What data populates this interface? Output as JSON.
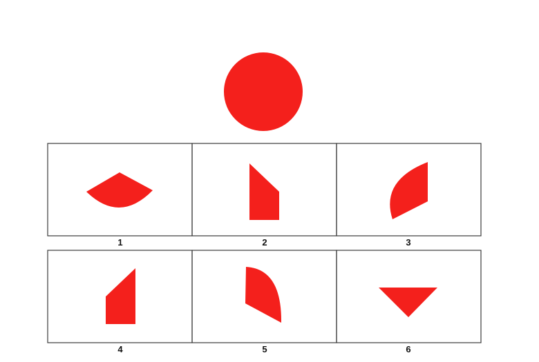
{
  "colors": {
    "shape_fill": "#f4201c",
    "border": "#3a3a3a",
    "background": "#ffffff"
  },
  "reference": {
    "shape": "circle"
  },
  "options": [
    {
      "label": "1",
      "shape": "circular-sector-wide"
    },
    {
      "label": "2",
      "shape": "trapezoid-slanted-top"
    },
    {
      "label": "3",
      "shape": "circular-sector-tilted"
    },
    {
      "label": "4",
      "shape": "trapezoid-slanted-left"
    },
    {
      "label": "5",
      "shape": "circular-sector-quarter"
    },
    {
      "label": "6",
      "shape": "triangle-inverted"
    }
  ]
}
